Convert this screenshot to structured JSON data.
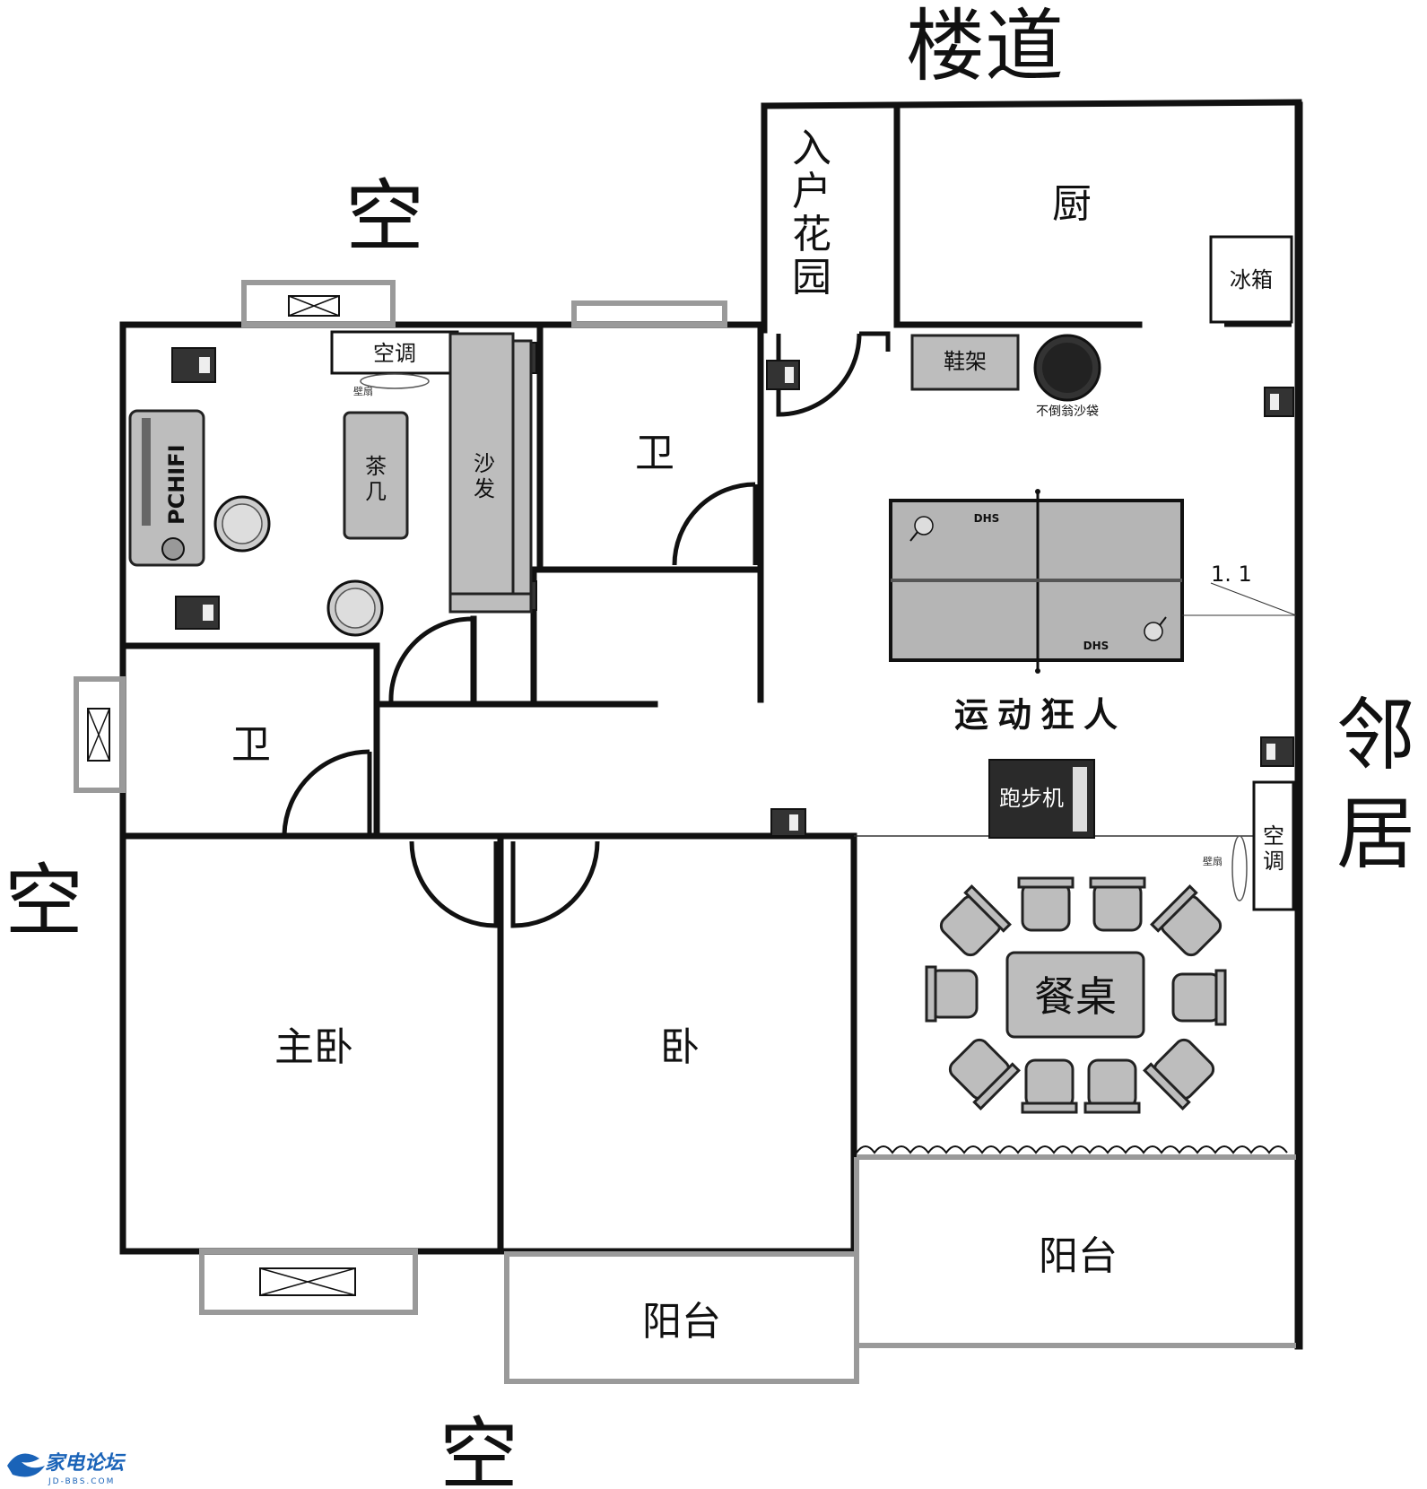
{
  "labels": {
    "stairway": "楼道",
    "empty_top": "空",
    "empty_left": "空",
    "empty_bottom": "空",
    "neighbor_1": "邻",
    "neighbor_2": "居",
    "entry_garden_1": "入",
    "entry_garden_2": "户",
    "entry_garden_3": "花",
    "entry_garden_4": "园",
    "kitchen": "厨",
    "fridge": "冰箱",
    "shoe_rack": "鞋架",
    "beanbag": "不倒翁沙袋",
    "ac_left": "空调",
    "wall_fan_left": "壁扇",
    "pchifi": "PCHIFI",
    "tea_table_1": "茶",
    "tea_table_2": "几",
    "sofa_1": "沙",
    "sofa_2": "发",
    "bath_upper": "卫",
    "bath_lower": "卫",
    "dhs_1": "DHS",
    "dhs_2": "DHS",
    "measure": "1. 1",
    "sports_fan": "运动狂人",
    "treadmill": "跑步机",
    "ac_right_1": "空",
    "ac_right_2": "调",
    "wall_fan_right": "壁扇",
    "dining_table": "餐桌",
    "master_bedroom": "主卧",
    "bedroom": "卧",
    "balcony_center": "阳台",
    "balcony_right": "阳台",
    "logo_text": "家电论坛",
    "logo_sub": "JD-BBS.COM"
  }
}
